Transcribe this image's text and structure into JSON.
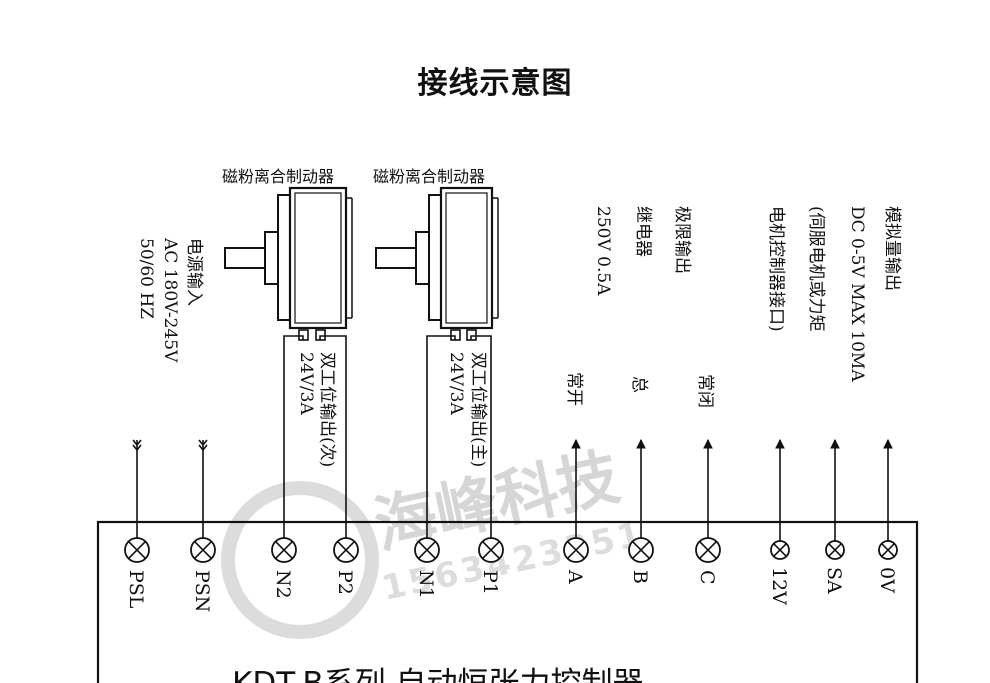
{
  "title": "接线示意图",
  "watermark": {
    "brand": "海峰科技",
    "number": "1563423351"
  },
  "brakes": [
    {
      "label": "磁粉离合制动器"
    },
    {
      "label": "磁粉离合制动器"
    }
  ],
  "power_label": [
    "电源输入",
    "AC 180V-245V",
    "50/60 HZ"
  ],
  "output_sub_label": [
    "双工位输出(次)",
    "24V/3A"
  ],
  "output_main_label": [
    "双工位输出(主)",
    "24V/3A"
  ],
  "limit_label": [
    "极限输出",
    "继电器",
    "250V  0.5A"
  ],
  "relay_labels": {
    "A": "常开",
    "B": "总",
    "C": "常闭"
  },
  "analog_label": [
    "模拟量输出",
    "DC 0-5V MAX 10MA",
    "(伺服电机或力矩",
    "电机控制器接口)"
  ],
  "terminals": [
    "PSL",
    "PSN",
    "N2",
    "P2",
    "N1",
    "P1",
    "A",
    "B",
    "C",
    "12V",
    "SA",
    "0V"
  ],
  "controller_title": "KDT-B系列  自动恒张力控制器",
  "colors": {
    "ink": "#111111",
    "watermark": "#d9d9d9",
    "background": "#ffffff"
  }
}
